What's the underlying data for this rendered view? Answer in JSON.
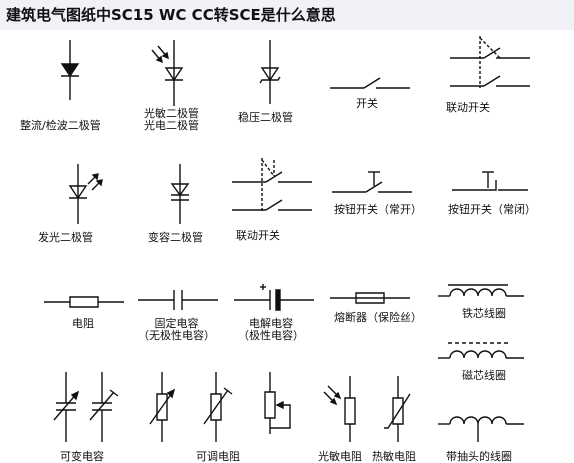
{
  "title": "建筑电气图纸中SC15 WC CC转SCE是什么意思",
  "labels": {
    "rectifier": "整流/检波二极管",
    "photo_line1": "光敏二极管",
    "photo_line2": "光电二极管",
    "zener": "稳压二极管",
    "switch": "开关",
    "linked_switch": "联动开关",
    "led": "发光二极管",
    "varactor": "变容二极管",
    "linked_switch_2": "联动开关",
    "push_no": "按钮开关（常开）",
    "push_nc": "按钮开关（常闭）",
    "resistor": "电阻",
    "fixed_cap_line1": "固定电容",
    "fixed_cap_line2": "（无极性电容）",
    "elec_cap_line1": "电解电容",
    "elec_cap_line2": "（极性电容）",
    "fuse": "熔断器（保险丝）",
    "iron_coil": "铁芯线圈",
    "magnetic_coil": "磁芯线圈",
    "variable_cap": "可变电容",
    "variable_res": "可调电阻",
    "photoresistor": "光敏电阻",
    "thermistor": "热敏电阻",
    "tapped_coil": "带抽头的线圈"
  },
  "icons": [
    "diode-symbol",
    "switch-symbol",
    "resistor-symbol",
    "capacitor-symbol",
    "inductor-symbol"
  ]
}
